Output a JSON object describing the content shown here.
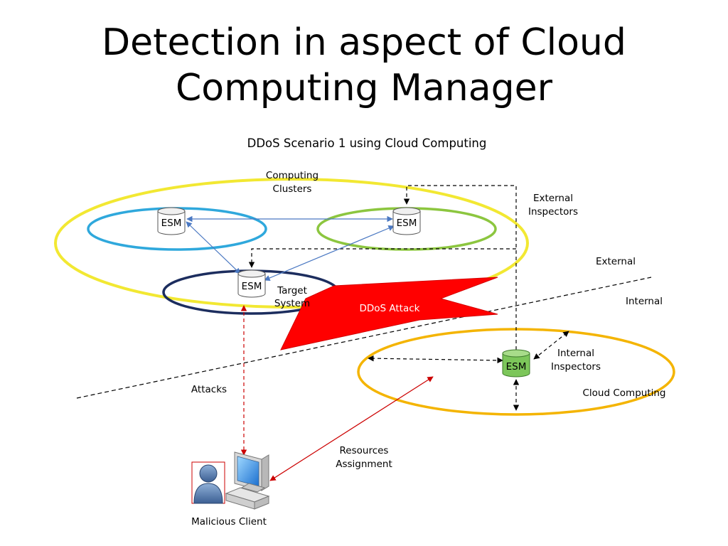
{
  "title_lines": [
    "Detection in aspect of Cloud",
    "Computing Manager"
  ],
  "subtitle": "DDoS Scenario 1 using Cloud Computing",
  "labels": {
    "computing_clusters": [
      "Computing",
      "Clusters"
    ],
    "external_inspectors": [
      "External",
      "Inspectors"
    ],
    "external": "External",
    "internal": "Internal",
    "target_system": [
      "Target",
      "System"
    ],
    "ddos_attack": "DDoS Attack",
    "internal_inspectors": [
      "Internal",
      "Inspectors"
    ],
    "cloud_computing": "Cloud Computing",
    "attacks": "Attacks",
    "resources_assignment": [
      "Resources",
      "Assignment"
    ],
    "malicious_client": "Malicious Client"
  },
  "esm_nodes": [
    {
      "id": "esm-cluster-left",
      "label": "ESM"
    },
    {
      "id": "esm-cluster-right",
      "label": "ESM"
    },
    {
      "id": "esm-target",
      "label": "ESM"
    },
    {
      "id": "esm-cloud",
      "label": "ESM"
    }
  ],
  "colors": {
    "computing_clusters_ring": "#f2e832",
    "left_cluster_ring": "#2fa8dc",
    "right_cluster_ring": "#8cc63f",
    "target_ring": "#1c2d5e",
    "cloud_ring": "#f4b400",
    "ddos_attack": "#ff0000",
    "attack_path": "#cc0000",
    "cluster_links": "#4a78c2",
    "esm_default": "#ffffff",
    "esm_cloud": "#7cc65a"
  },
  "icons": [
    "user-icon",
    "computer-icon"
  ]
}
